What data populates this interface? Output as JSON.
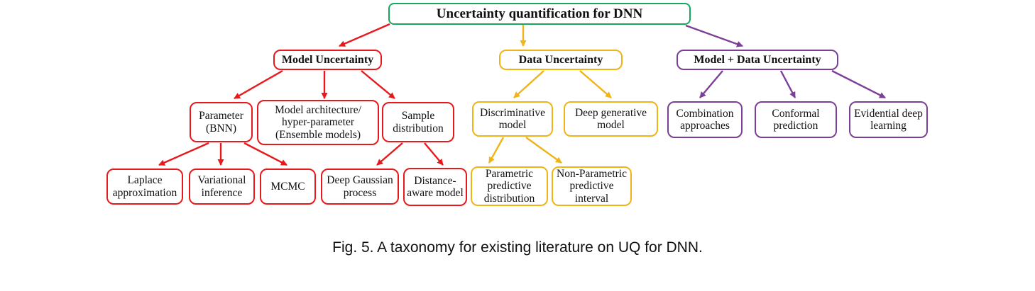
{
  "figure_caption": "Fig. 5.  A taxonomy for existing literature on UQ for DNN.",
  "colors": {
    "root_border": "#16a95c",
    "model_uncertainty_branch": "#e8191d",
    "data_uncertainty_branch": "#f0b419",
    "model_plus_data_branch": "#7c3f98",
    "text": "#111111",
    "background": "#ffffff"
  },
  "tree": {
    "root": {
      "label": "Uncertainty quantification for DNN"
    },
    "branches": [
      {
        "label": "Model Uncertainty",
        "color": "#e8191d",
        "children": [
          {
            "label": "Parameter (BNN)",
            "children": [
              {
                "label": "Laplace approximation"
              },
              {
                "label": "Variational inference"
              },
              {
                "label": "MCMC"
              }
            ]
          },
          {
            "label": "Model architecture/ hyper-parameter (Ensemble models)",
            "children": []
          },
          {
            "label": "Sample distribution",
            "children": [
              {
                "label": "Deep Gaussian process"
              },
              {
                "label": "Distance-aware model"
              }
            ]
          }
        ]
      },
      {
        "label": "Data Uncertainty",
        "color": "#f0b419",
        "children": [
          {
            "label": "Discriminative model",
            "children": [
              {
                "label": "Parametric predictive distribution"
              },
              {
                "label": "Non-Parametric predictive interval"
              }
            ]
          },
          {
            "label": "Deep generative model",
            "children": []
          }
        ]
      },
      {
        "label": "Model + Data Uncertainty",
        "color": "#7c3f98",
        "children": [
          {
            "label": "Combination approaches"
          },
          {
            "label": "Conformal prediction"
          },
          {
            "label": "Evidential deep learning"
          }
        ]
      }
    ]
  }
}
